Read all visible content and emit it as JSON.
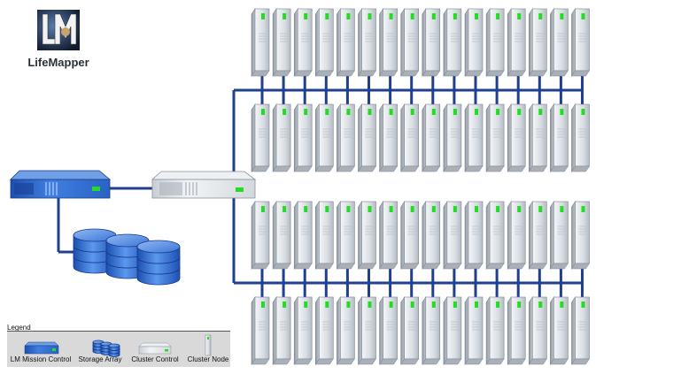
{
  "logo": {
    "monogram": "LM",
    "name": "LifeMapper"
  },
  "diagram": {
    "mission_control": "LM Mission Control",
    "storage_array": "Storage Array",
    "cluster_control": "Cluster Control",
    "cluster_node": "Cluster Node",
    "rack_rows": 4,
    "nodes_per_row": 16
  },
  "legend": {
    "title": "Legend",
    "items": [
      {
        "label": "LM Mission Control",
        "icon": "mission-control-server-icon"
      },
      {
        "label": "Storage Array",
        "icon": "storage-array-icon"
      },
      {
        "label": "Cluster Control",
        "icon": "cluster-control-server-icon"
      },
      {
        "label": "Cluster Node",
        "icon": "cluster-node-icon"
      }
    ]
  },
  "colors": {
    "link": "#1f3f8f",
    "mission_control": "#2a64c8",
    "storage": "#2f6fd0",
    "node_body": "#dde2e8",
    "node_led": "#22dd22"
  }
}
